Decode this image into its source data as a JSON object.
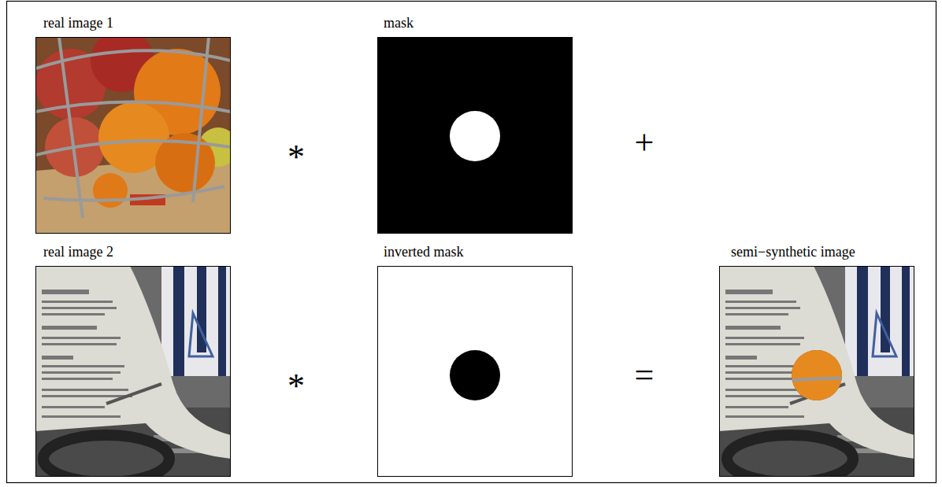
{
  "diagram": {
    "nodes": [
      {
        "text": [
          "real image 1"
        ]
      },
      {
        "text": [
          "mask"
        ]
      },
      {
        "text": [
          "real image 2"
        ]
      },
      {
        "text": [
          "inverted mask"
        ]
      },
      {
        "text": [
          "semi−synthetic image"
        ]
      }
    ],
    "labels": [
      "*",
      "+",
      "*",
      "="
    ]
  }
}
